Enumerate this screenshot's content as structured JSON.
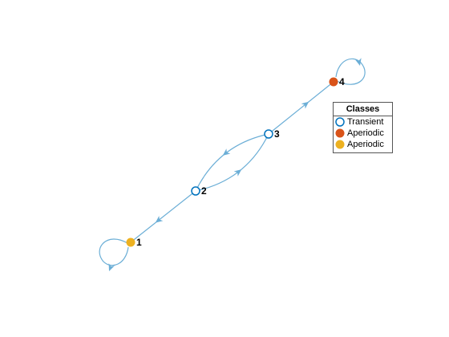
{
  "nodes": [
    {
      "id": "1",
      "label": "1",
      "class": "Aperiodic",
      "color": "#EDB120"
    },
    {
      "id": "2",
      "label": "2",
      "class": "Transient",
      "color": "#0072BD"
    },
    {
      "id": "3",
      "label": "3",
      "class": "Transient",
      "color": "#0072BD"
    },
    {
      "id": "4",
      "label": "4",
      "class": "Aperiodic",
      "color": "#D95319"
    }
  ],
  "edges": [
    {
      "from": "1",
      "to": "1"
    },
    {
      "from": "2",
      "to": "1"
    },
    {
      "from": "2",
      "to": "3"
    },
    {
      "from": "3",
      "to": "2"
    },
    {
      "from": "3",
      "to": "4"
    },
    {
      "from": "4",
      "to": "4"
    }
  ],
  "edge_color": "#6BAED6",
  "legend": {
    "title": "Classes",
    "items": [
      {
        "label": "Transient",
        "marker": "hollow",
        "color": "#0072BD"
      },
      {
        "label": "Aperiodic",
        "marker": "filled",
        "color": "#D95319"
      },
      {
        "label": "Aperiodic",
        "marker": "filled",
        "color": "#EDB120"
      }
    ]
  }
}
